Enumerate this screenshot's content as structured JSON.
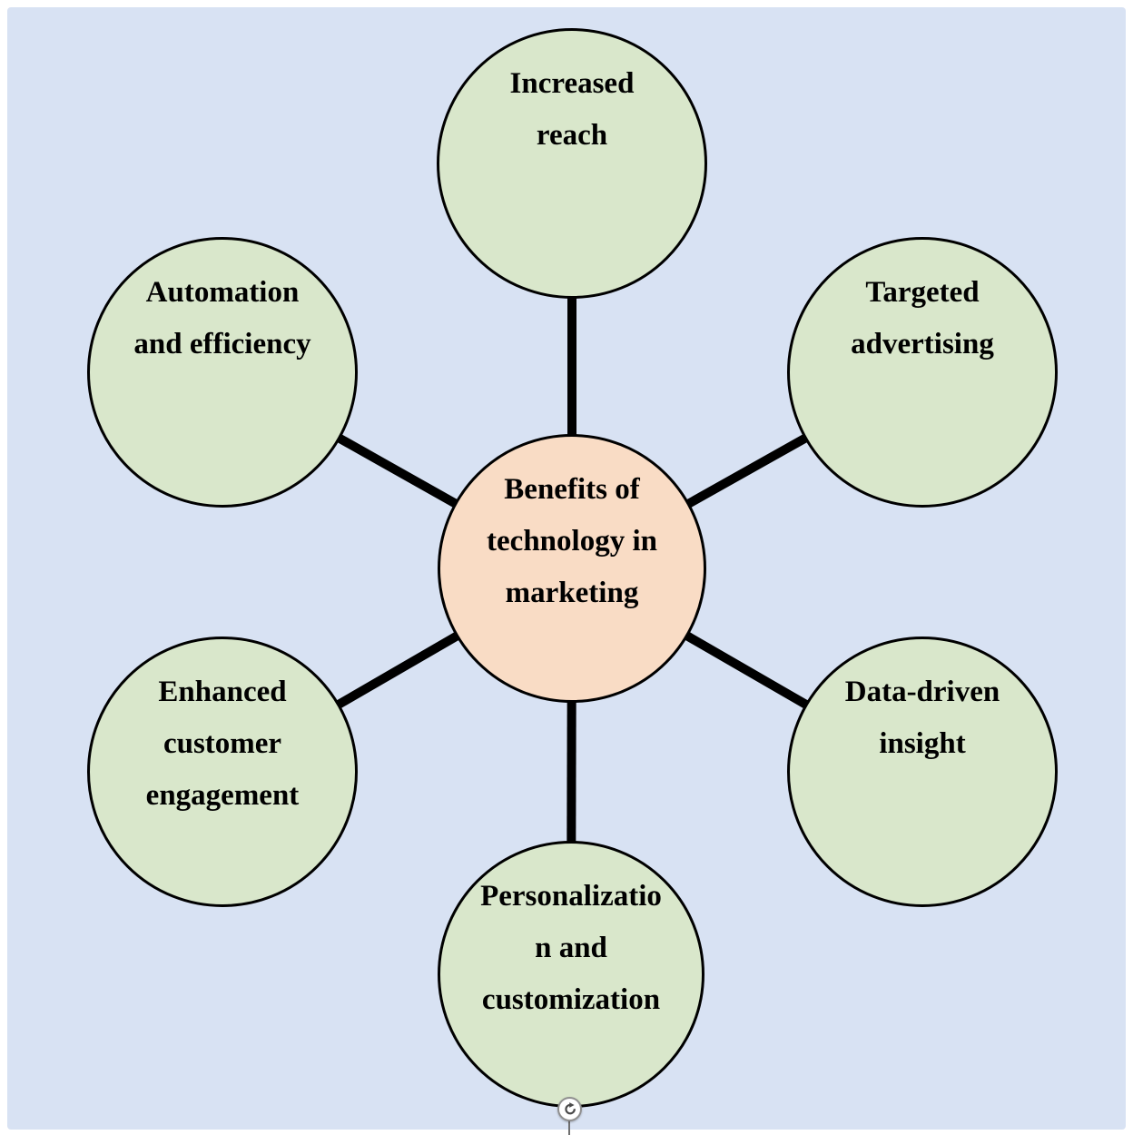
{
  "diagram": {
    "hub": {
      "label": "Benefits of technology in marketing",
      "lines": [
        "Benefits of",
        "technology in",
        "marketing"
      ]
    },
    "nodes": [
      {
        "label": "Increased reach",
        "lines": [
          "Increased",
          "reach"
        ]
      },
      {
        "label": "Targeted advertising",
        "lines": [
          "Targeted",
          "advertising"
        ]
      },
      {
        "label": "Automation and efficiency",
        "lines": [
          "Automation",
          "and efficiency"
        ]
      },
      {
        "label": "Data-driven insight",
        "lines": [
          "Data-driven",
          "insight"
        ]
      },
      {
        "label": "Enhanced customer engagement",
        "lines": [
          "Enhanced",
          "customer",
          "engagement"
        ]
      },
      {
        "label": "Personalization and customization",
        "lines": [
          "Personalizatio",
          "n and",
          "customization"
        ]
      }
    ]
  },
  "colors": {
    "page_bg": "#ffffff",
    "canvas_bg": "#d8e2f3",
    "node_fill": "#d9e7cb",
    "hub_fill": "#f9dcc5",
    "stroke": "#000000",
    "handle_border": "#8f8f8f",
    "handle_icon": "#4a4a4a",
    "handle_stem": "#6f6f6f"
  },
  "handle": {
    "name": "rotate-handle"
  }
}
